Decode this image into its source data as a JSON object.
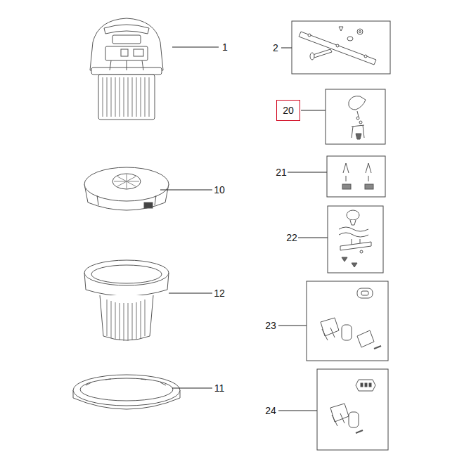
{
  "diagram": {
    "nodes": [
      {
        "text": [
          "20"
        ]
      }
    ],
    "labels": [
      "1",
      "2",
      "21",
      "10",
      "22",
      "12",
      "23",
      "11",
      "24"
    ]
  }
}
